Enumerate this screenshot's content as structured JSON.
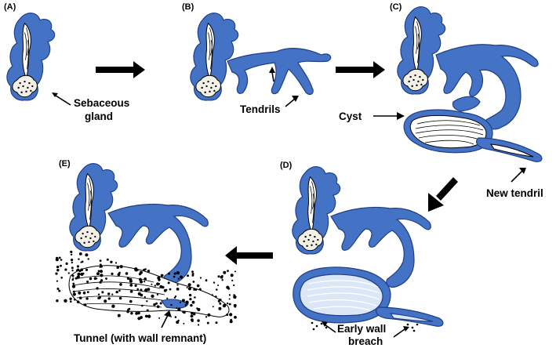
{
  "panels": {
    "a": {
      "tag": "(A)"
    },
    "b": {
      "tag": "(B)"
    },
    "c": {
      "tag": "(C)"
    },
    "d": {
      "tag": "(D)"
    },
    "e": {
      "tag": "(E)"
    }
  },
  "labels": {
    "sebaceous_line1": "Sebaceous",
    "sebaceous_line2": "gland",
    "tendrils": "Tendrils",
    "cyst": "Cyst",
    "new_tendril": "New tendril",
    "early_wall_line1": "Early wall",
    "early_wall_line2": "breach",
    "tunnel": "Tunnel (with wall remnant)"
  },
  "colors": {
    "follicle_blue": "#4472C4",
    "outline": "#1f3f86",
    "cyst_light": "#dbe7f7"
  }
}
